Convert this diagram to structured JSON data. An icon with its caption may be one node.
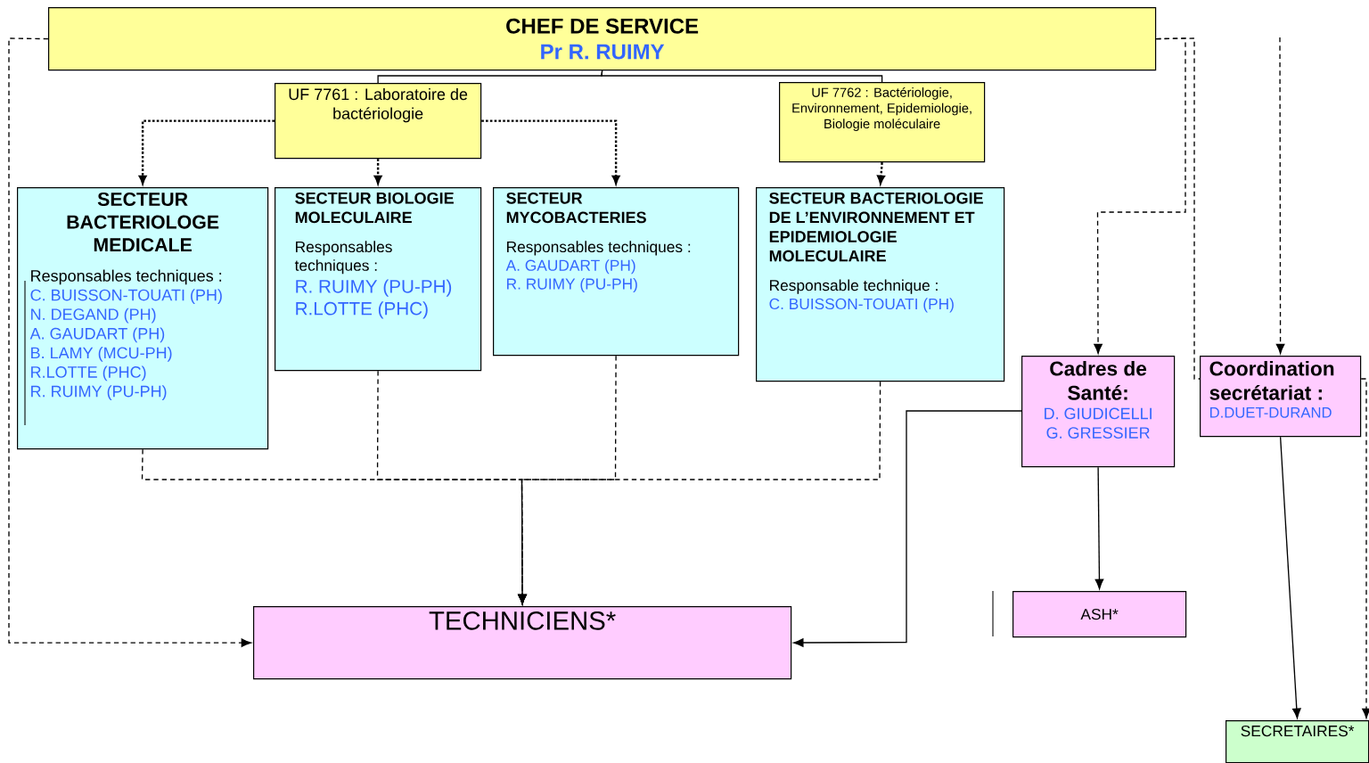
{
  "diagram": {
    "nodes": [
      {
        "text": [
          "CHEF DE SERVICE",
          "Pr R. RUIMY"
        ]
      },
      {
        "text": [
          "UF 7761 : Laboratoire de bactériologie"
        ]
      },
      {
        "text": [
          "UF 7762 : Bactériologie, Environnement, Epidemiologie, Biologie moléculaire"
        ]
      },
      {
        "text": [
          "SECTEUR BACTERIOLOGE MEDICALE",
          "Responsables techniques :",
          "C. BUISSON-TOUATI (PH)",
          "N. DEGAND (PH)",
          "A. GAUDART (PH)",
          "B. LAMY (MCU-PH)",
          "R.LOTTE (PHC)",
          "R. RUIMY (PU-PH)"
        ]
      },
      {
        "text": [
          "SECTEUR BIOLOGIE MOLECULAIRE",
          "Responsables techniques :",
          "R. RUIMY (PU-PH)",
          "R.LOTTE (PHC)"
        ]
      },
      {
        "text": [
          "SECTEUR MYCOBACTERIES",
          "Responsables techniques :",
          "A. GAUDART (PH)",
          "R. RUIMY (PU-PH)"
        ]
      },
      {
        "text": [
          "SECTEUR BACTERIOLOGIE DE L’ENVIRONNEMENT ET EPIDEMIOLOGIE MOLECULAIRE",
          "Responsable technique :",
          "C. BUISSON-TOUATI (PH)"
        ]
      },
      {
        "text": [
          "Cadres de Santé:",
          "D. GIUDICELLI",
          "G. GRESSIER"
        ]
      },
      {
        "text": [
          "Coordination secrétariat :",
          "D.DUET-DURAND"
        ]
      },
      {
        "text": [
          "TECHNICIENS*"
        ]
      },
      {
        "text": [
          "ASH*"
        ]
      },
      {
        "text": [
          "SECRETAIRES*"
        ]
      }
    ],
    "edges": [
      {
        "from": 0,
        "to": 1,
        "arrow": "none"
      },
      {
        "from": 0,
        "to": 2,
        "arrow": "none"
      },
      {
        "from": 1,
        "to": 3,
        "arrow": "to",
        "style": "dashed"
      },
      {
        "from": 1,
        "to": 4,
        "arrow": "to",
        "style": "dashed"
      },
      {
        "from": 1,
        "to": 5,
        "arrow": "to",
        "style": "dashed"
      },
      {
        "from": 2,
        "to": 6,
        "arrow": "to",
        "style": "dashed"
      },
      {
        "from": 3,
        "to": 9,
        "arrow": "to",
        "style": "dashed"
      },
      {
        "from": 4,
        "to": 9,
        "arrow": "to",
        "style": "dashed"
      },
      {
        "from": 5,
        "to": 9,
        "arrow": "to",
        "style": "dashed"
      },
      {
        "from": 6,
        "to": 9,
        "arrow": "to",
        "style": "dashed"
      },
      {
        "from": 0,
        "to": 9,
        "arrow": "to",
        "style": "dashed"
      },
      {
        "from": 0,
        "to": 7,
        "arrow": "to",
        "style": "dashed"
      },
      {
        "from": 0,
        "to": 8,
        "arrow": "none",
        "style": "dashed"
      },
      {
        "from": null,
        "to": 8,
        "arrow": "to",
        "style": "dashed"
      },
      {
        "from": 7,
        "to": 9,
        "arrow": "to"
      },
      {
        "from": 7,
        "to": 10,
        "arrow": "to"
      },
      {
        "from": 8,
        "to": 11,
        "arrow": "to"
      },
      {
        "from": 8,
        "to": 11,
        "arrow": "to",
        "style": "dashed"
      }
    ]
  }
}
